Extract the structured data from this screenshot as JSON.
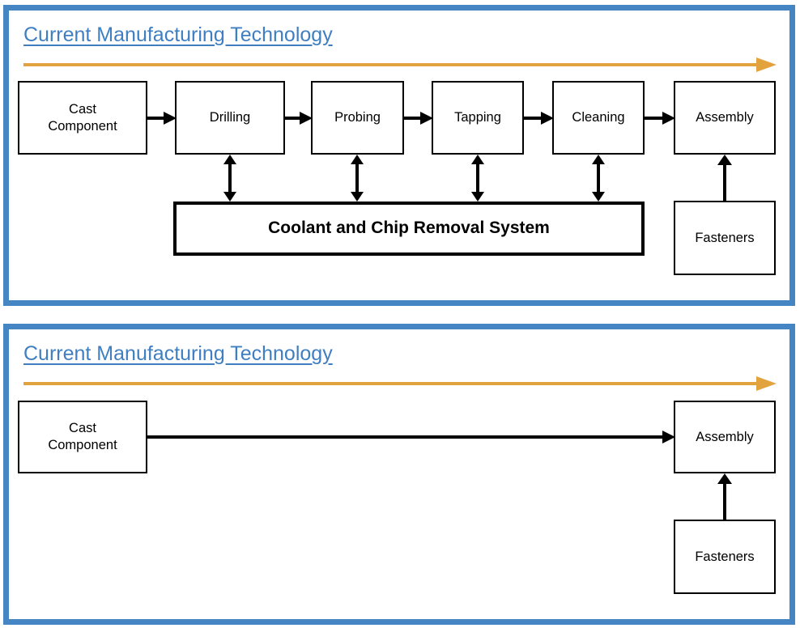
{
  "colors": {
    "panel_border": "#4585c4",
    "title_text": "#3f7fc1",
    "accent_rule": "#e2a33f",
    "box_border": "#000000",
    "box_fill": "#ffffff",
    "connector": "#000000"
  },
  "panels": [
    {
      "id": "panel-top",
      "title": "Current Manufacturing Technology",
      "accent_arrow": "horizontal-orange-arrow-right",
      "boxes": [
        {
          "id": "cast-component",
          "label": "Cast\nComponent",
          "line1": "Cast",
          "line2": "Component"
        },
        {
          "id": "drilling",
          "label": "Drilling"
        },
        {
          "id": "probing",
          "label": "Probing"
        },
        {
          "id": "tapping",
          "label": "Tapping"
        },
        {
          "id": "cleaning",
          "label": "Cleaning"
        },
        {
          "id": "assembly",
          "label": "Assembly"
        },
        {
          "id": "fasteners",
          "label": "Fasteners"
        },
        {
          "id": "coolant-system",
          "label": "Coolant and Chip Removal System"
        }
      ],
      "connections": [
        {
          "from": "cast-component",
          "to": "drilling",
          "type": "arrow-right"
        },
        {
          "from": "drilling",
          "to": "probing",
          "type": "arrow-right"
        },
        {
          "from": "probing",
          "to": "tapping",
          "type": "arrow-right"
        },
        {
          "from": "tapping",
          "to": "cleaning",
          "type": "arrow-right"
        },
        {
          "from": "cleaning",
          "to": "assembly",
          "type": "arrow-right"
        },
        {
          "from": "drilling",
          "to": "coolant-system",
          "type": "double-arrow-vertical"
        },
        {
          "from": "probing",
          "to": "coolant-system",
          "type": "double-arrow-vertical"
        },
        {
          "from": "tapping",
          "to": "coolant-system",
          "type": "double-arrow-vertical"
        },
        {
          "from": "cleaning",
          "to": "coolant-system",
          "type": "double-arrow-vertical"
        },
        {
          "from": "fasteners",
          "to": "assembly",
          "type": "arrow-up"
        }
      ]
    },
    {
      "id": "panel-bottom",
      "title": "Current Manufacturing Technology",
      "accent_arrow": "horizontal-orange-arrow-right",
      "boxes": [
        {
          "id": "cast-component-2",
          "label": "Cast\nComponent",
          "line1": "Cast",
          "line2": "Component"
        },
        {
          "id": "assembly-2",
          "label": "Assembly"
        },
        {
          "id": "fasteners-2",
          "label": "Fasteners"
        }
      ],
      "connections": [
        {
          "from": "cast-component-2",
          "to": "assembly-2",
          "type": "arrow-right"
        },
        {
          "from": "fasteners-2",
          "to": "assembly-2",
          "type": "arrow-up"
        }
      ]
    }
  ]
}
